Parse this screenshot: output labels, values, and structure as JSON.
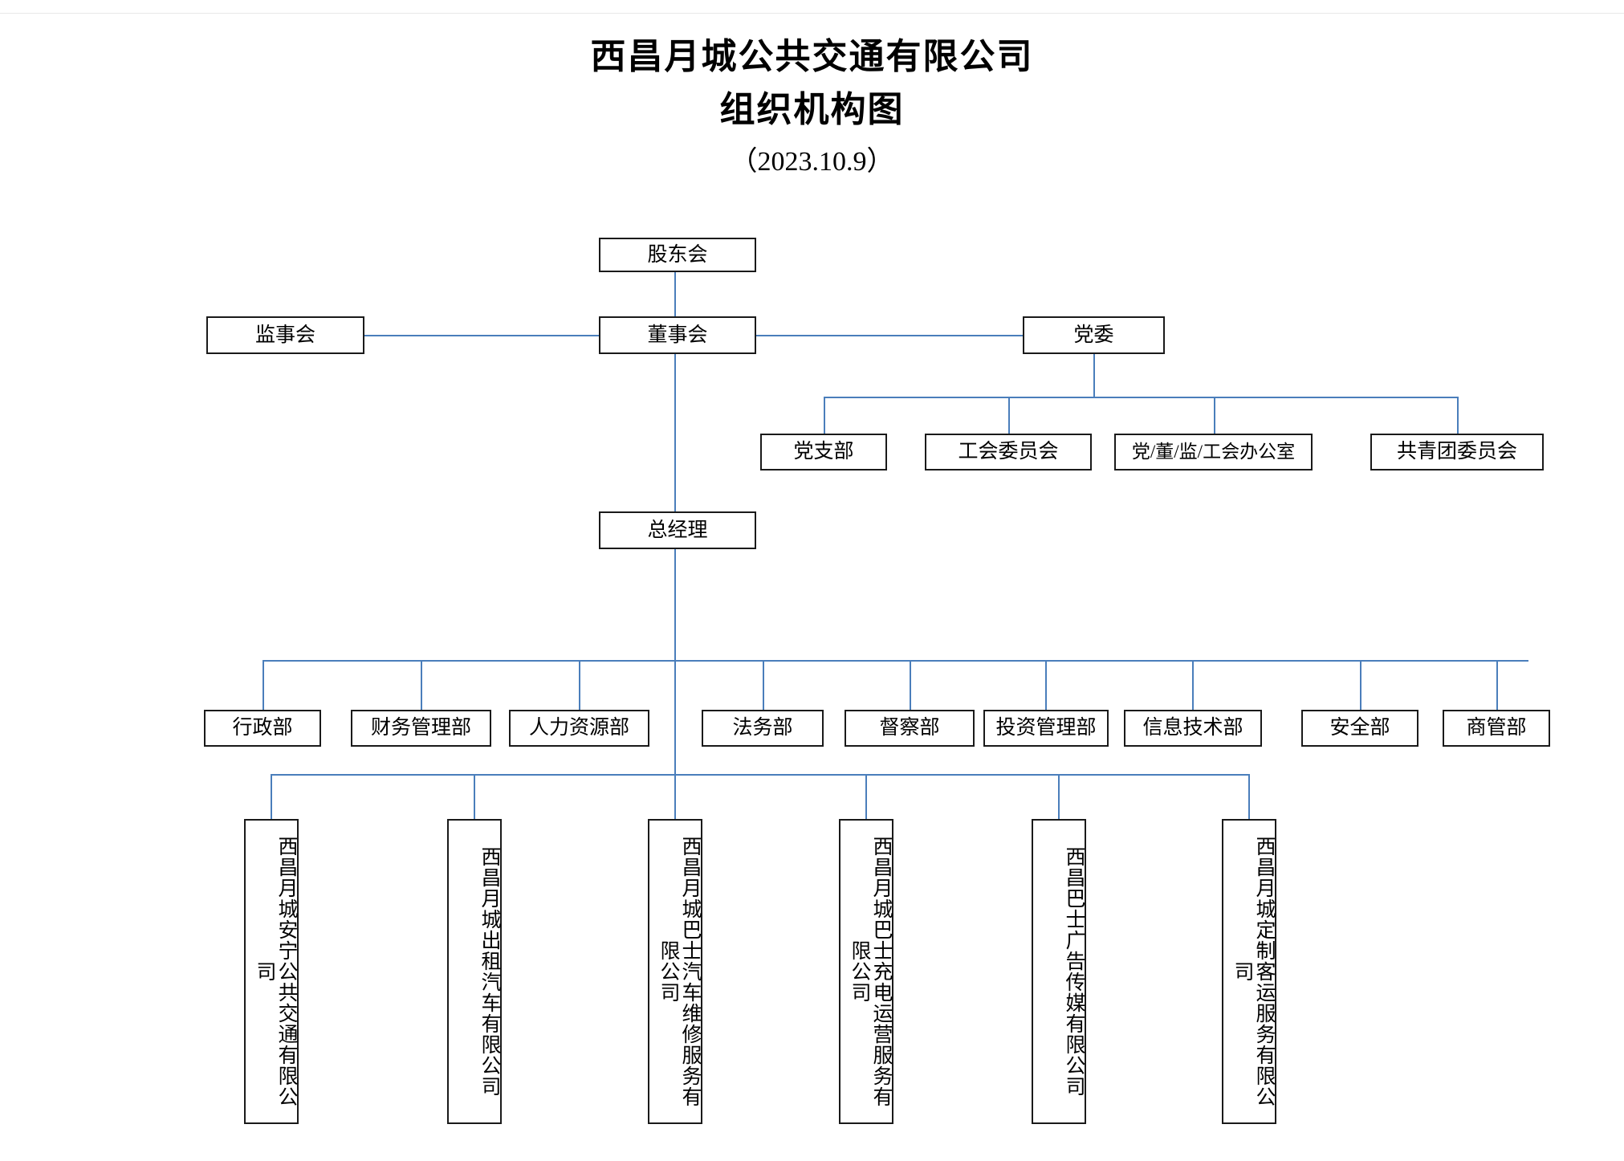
{
  "document": {
    "title_line1": "西昌月城公共交通有限公司",
    "title_line2": "组织机构图",
    "date": "（2023.10.9）"
  },
  "colors": {
    "connector": "#4a7ebb",
    "box_border": "#1a1a1a",
    "background": "#ffffff",
    "text": "#000000"
  },
  "chart_data": {
    "type": "org-chart",
    "title": "西昌月城公共交通有限公司 组织机构图",
    "date": "（2023.10.9）",
    "levels": [
      {
        "level": 1,
        "nodes": [
          "股东会"
        ]
      },
      {
        "level": 2,
        "nodes": [
          "监事会",
          "董事会",
          "党委"
        ]
      },
      {
        "level": 3,
        "nodes": [
          "党支部",
          "工会委员会",
          "党/董/监/工会办公室",
          "共青团委员会"
        ]
      },
      {
        "level": 4,
        "nodes": [
          "总经理"
        ]
      },
      {
        "level": 5,
        "nodes": [
          "行政部",
          "财务管理部",
          "人力资源部",
          "法务部",
          "督察部",
          "投资管理部",
          "信息技术部",
          "安全部",
          "商管部"
        ]
      },
      {
        "level": 6,
        "nodes": [
          "西昌月城安宁公共交通有限公司",
          "西昌月城出租汽车有限公司",
          "西昌月城巴士汽车维修服务有限公司",
          "西昌月城巴士充电运营服务有限公司",
          "西昌巴士广告传媒有限公司",
          "西昌月城定制客运服务有限公司"
        ]
      }
    ],
    "edges": [
      {
        "from": "股东会",
        "to": "董事会"
      },
      {
        "from": "董事会",
        "to": "监事会"
      },
      {
        "from": "董事会",
        "to": "党委"
      },
      {
        "from": "党委",
        "to": "党支部"
      },
      {
        "from": "党委",
        "to": "工会委员会"
      },
      {
        "from": "党委",
        "to": "党/董/监/工会办公室"
      },
      {
        "from": "党委",
        "to": "共青团委员会"
      },
      {
        "from": "董事会",
        "to": "总经理"
      },
      {
        "from": "总经理",
        "to": "行政部"
      },
      {
        "from": "总经理",
        "to": "财务管理部"
      },
      {
        "from": "总经理",
        "to": "人力资源部"
      },
      {
        "from": "总经理",
        "to": "法务部"
      },
      {
        "from": "总经理",
        "to": "督察部"
      },
      {
        "from": "总经理",
        "to": "投资管理部"
      },
      {
        "from": "总经理",
        "to": "信息技术部"
      },
      {
        "from": "总经理",
        "to": "安全部"
      },
      {
        "from": "总经理",
        "to": "商管部"
      },
      {
        "from": "总经理",
        "to": "西昌月城安宁公共交通有限公司"
      },
      {
        "from": "总经理",
        "to": "西昌月城出租汽车有限公司"
      },
      {
        "from": "总经理",
        "to": "西昌月城巴士汽车维修服务有限公司"
      },
      {
        "from": "总经理",
        "to": "西昌月城巴士充电运营服务有限公司"
      },
      {
        "from": "总经理",
        "to": "西昌巴士广告传媒有限公司"
      },
      {
        "from": "总经理",
        "to": "西昌月城定制客运服务有限公司"
      }
    ]
  },
  "nodes": {
    "shareholders": "股东会",
    "supervisors": "监事会",
    "board": "董事会",
    "party_committee": "党委",
    "party_branch": "党支部",
    "union_committee": "工会委员会",
    "joint_office": "党/董/监/工会办公室",
    "youth_league": "共青团委员会",
    "general_manager": "总经理",
    "departments": [
      "行政部",
      "财务管理部",
      "人力资源部",
      "法务部",
      "督察部",
      "投资管理部",
      "信息技术部",
      "安全部",
      "商管部"
    ],
    "subsidiaries": [
      "西昌月城安宁公共交通有限公司",
      "西昌月城出租汽车有限公司",
      "西昌月城巴士汽车维修服务有限公司",
      "西昌月城巴士充电运营服务有限公司",
      "西昌巴士广告传媒有限公司",
      "西昌月城定制客运服务有限公司"
    ]
  }
}
